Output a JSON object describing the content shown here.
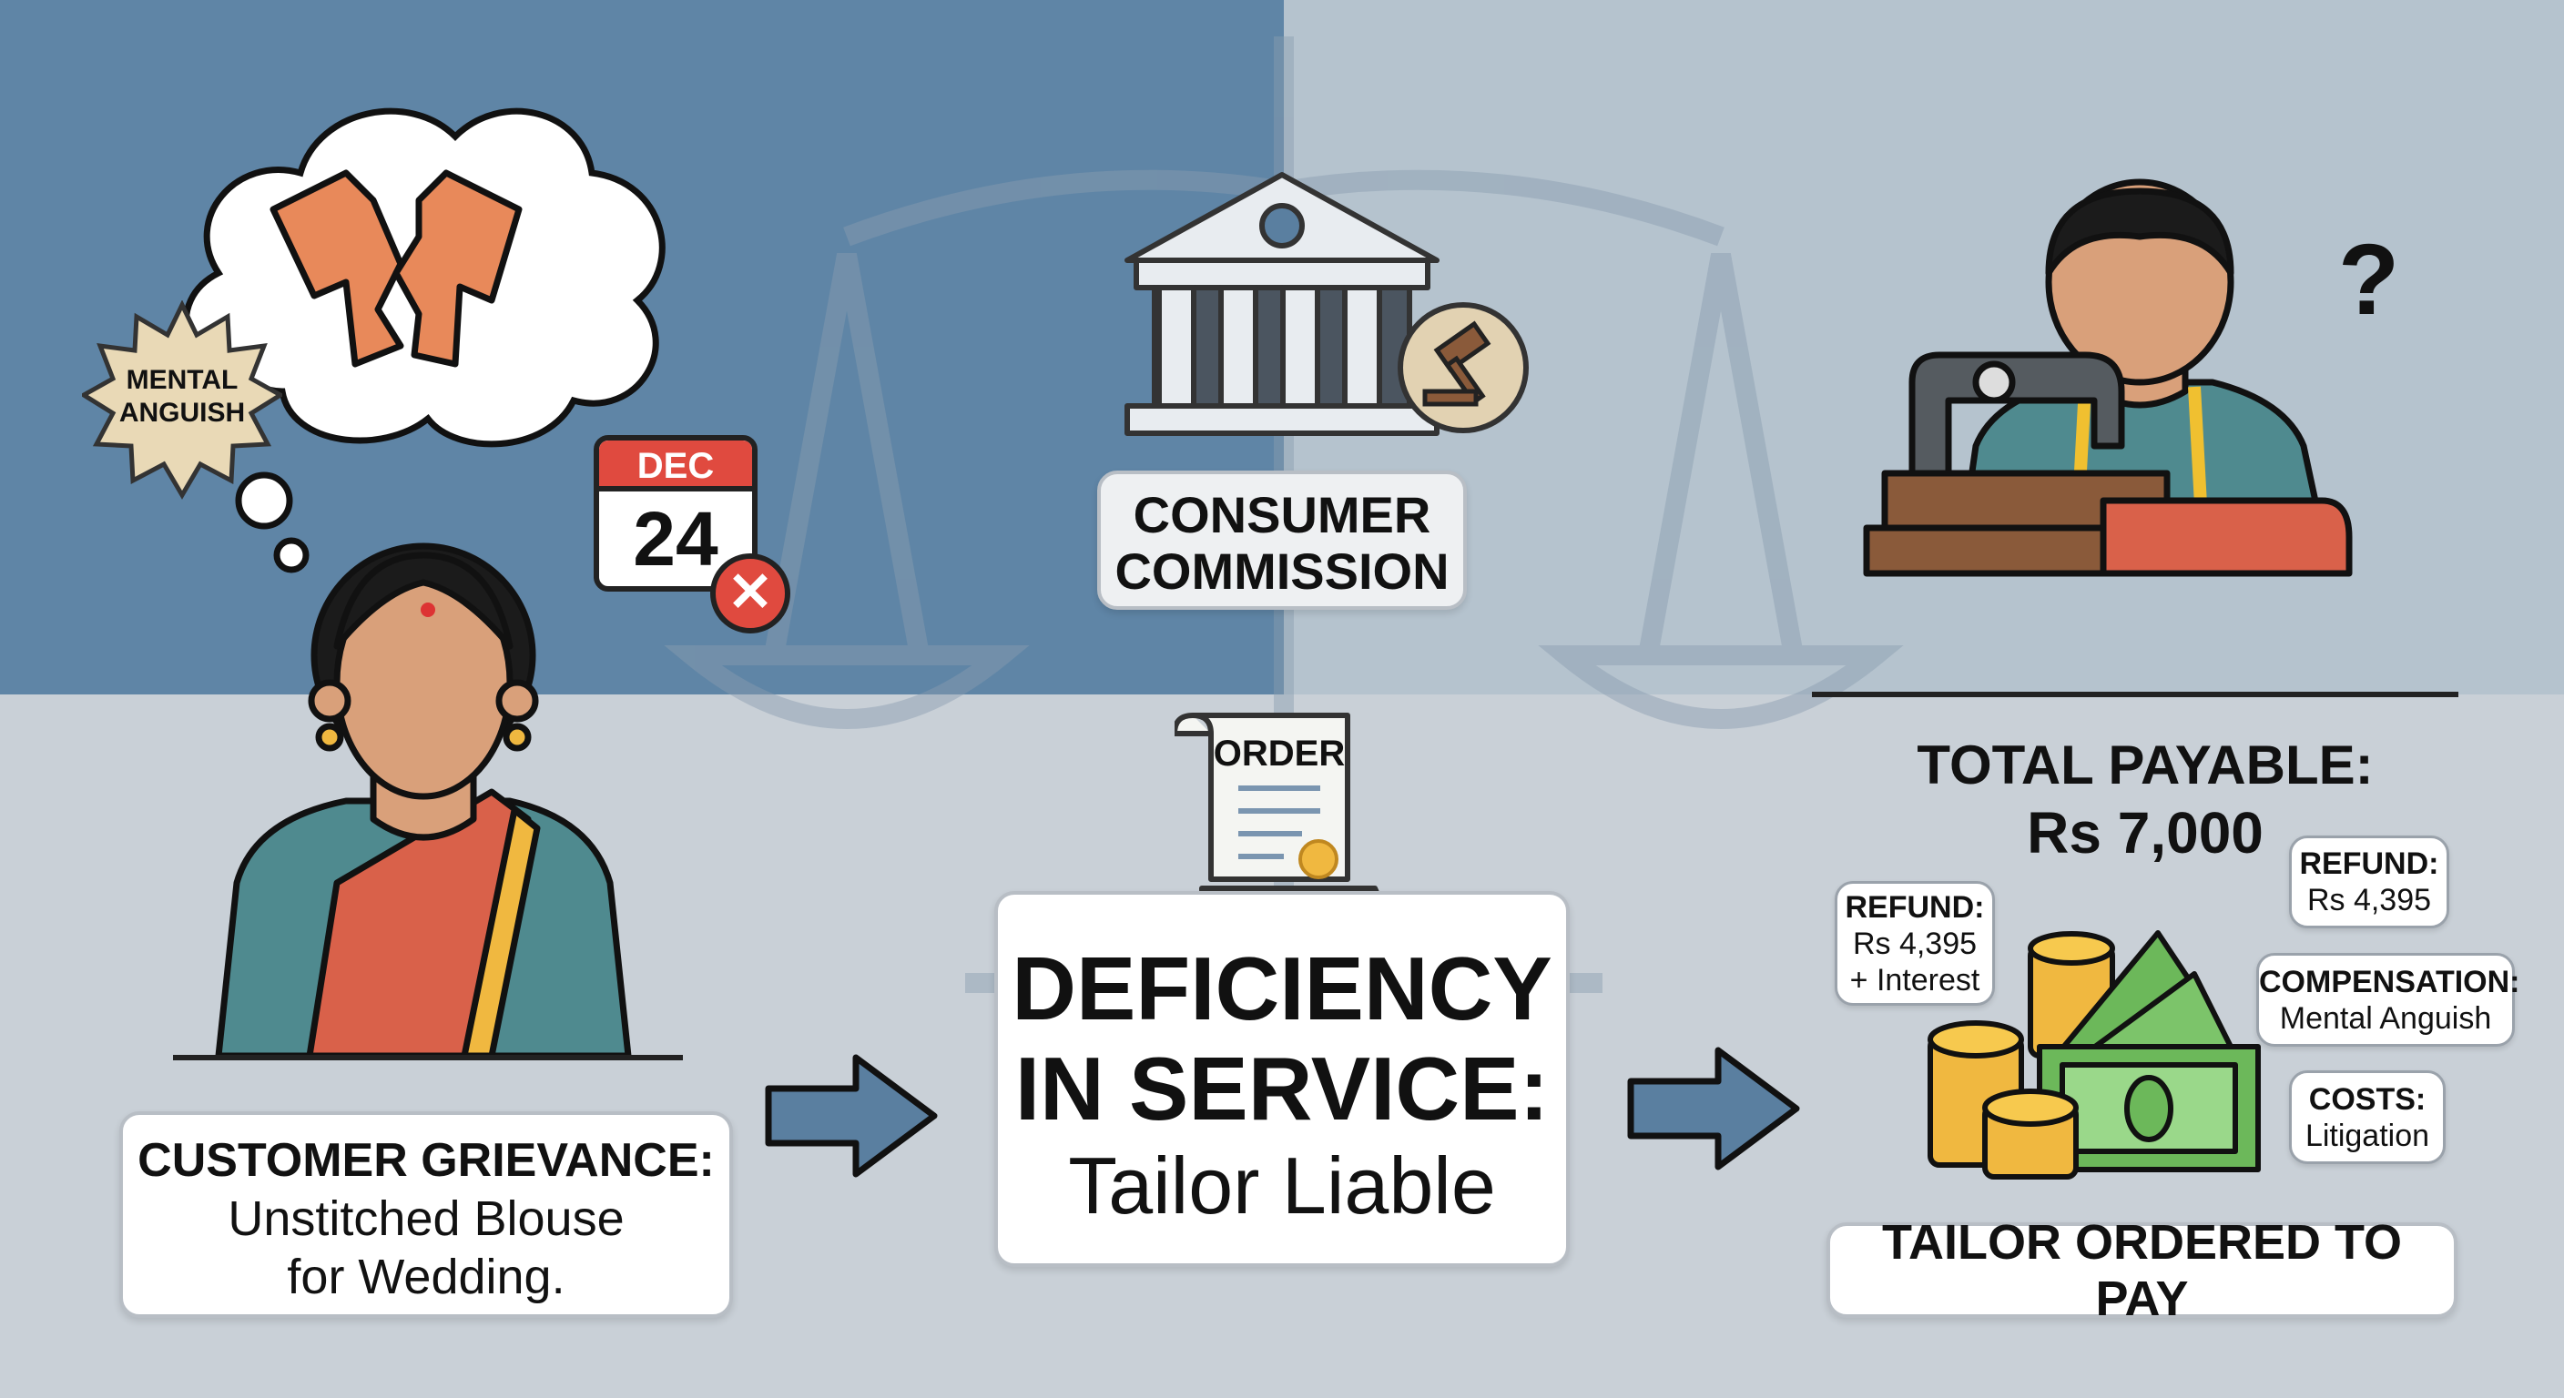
{
  "thought": {
    "badge": "MENTAL ANGUISH",
    "badge_lines": [
      "MENTAL",
      "ANGUISH"
    ]
  },
  "calendar": {
    "month": "DEC",
    "day": "24"
  },
  "commission": {
    "lines": [
      "CONSUMER",
      "COMMISSION"
    ]
  },
  "grievance": {
    "title": "CUSTOMER GRIEVANCE:",
    "lines": [
      "Unstitched Blouse",
      "for Wedding."
    ]
  },
  "order": {
    "label": "ORDER"
  },
  "verdict": {
    "lines": [
      "DEFICIENCY",
      "IN SERVICE:"
    ],
    "sub": "Tailor Liable"
  },
  "total": {
    "label": "TOTAL PAYABLE:",
    "amount": "Rs 7,000"
  },
  "bubbles": {
    "refund_left": {
      "title": "REFUND:",
      "lines": [
        "Rs 4,395",
        "+ Interest"
      ]
    },
    "refund_right": {
      "title": "REFUND:",
      "value": "Rs 4,395"
    },
    "compensation": {
      "title": "COMPENSATION:",
      "value": "Mental Anguish"
    },
    "costs": {
      "title": "COSTS:",
      "value": "Litigation"
    }
  },
  "outcome": {
    "label": "TAILOR ORDERED TO PAY"
  },
  "colors": {
    "top_left": "#5f85a6",
    "top_right": "#b5c3ce",
    "bottom": "#c9d0d7",
    "arrow": "#5a7fa0",
    "calendar_red": "#e04a3f"
  }
}
